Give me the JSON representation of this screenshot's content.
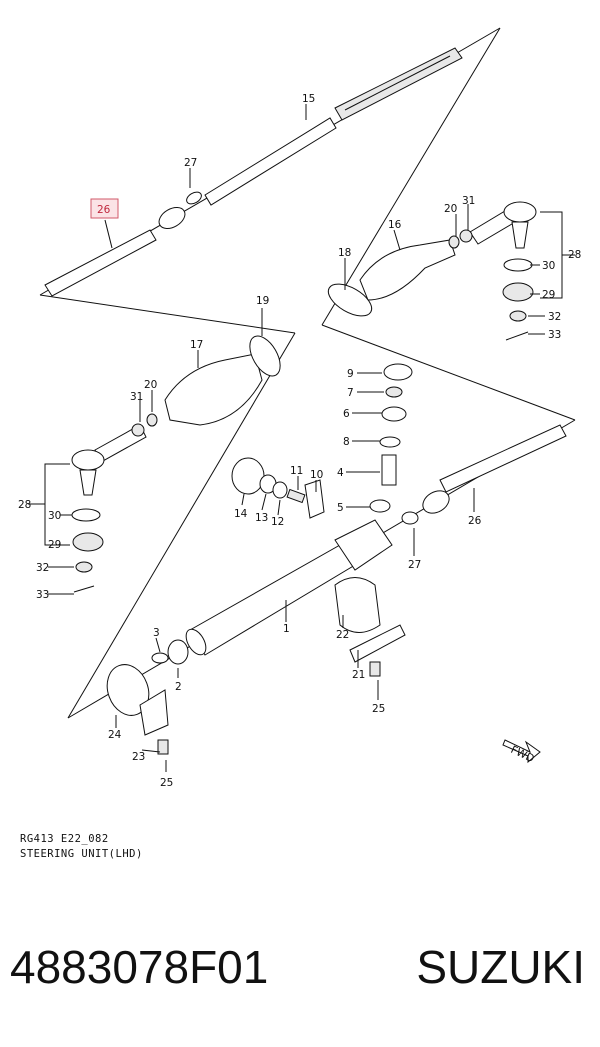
{
  "diagram": {
    "code": "RG413 E22_082",
    "title": "STEERING UNIT(LHD)",
    "highlighted_label": "26",
    "fwd_label": "FWD",
    "labels": [
      "15",
      "27",
      "26",
      "20",
      "31",
      "16",
      "18",
      "28",
      "30",
      "29",
      "32",
      "33",
      "19",
      "17",
      "20",
      "31",
      "9",
      "7",
      "6",
      "8",
      "4",
      "5",
      "28",
      "30",
      "29",
      "32",
      "33",
      "11",
      "10",
      "14",
      "13",
      "12",
      "27",
      "26",
      "1",
      "3",
      "2",
      "22",
      "21",
      "25",
      "24",
      "23",
      "25"
    ]
  },
  "footer": {
    "part_number": "4883078F01",
    "brand": "SUZUKI"
  },
  "colors": {
    "highlight_fill": "#fbe3e6",
    "highlight_border": "#d05a6a",
    "highlight_text": "#c0283e"
  }
}
